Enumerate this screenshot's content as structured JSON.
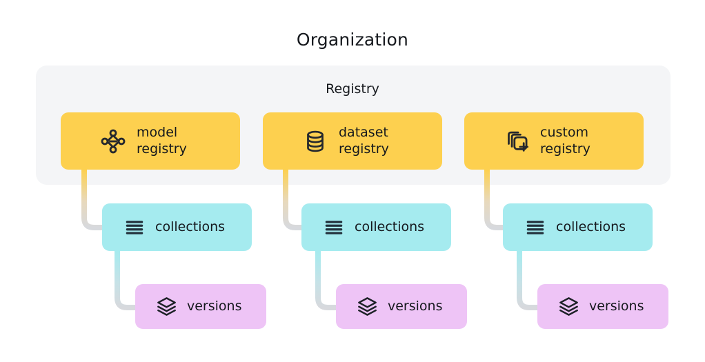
{
  "diagram": {
    "title": "Organization",
    "container_title": "Registry",
    "colors": {
      "background": "#ffffff",
      "panel": "#f4f5f7",
      "registry_card": "#fdd04f",
      "collections_card": "#a5ebef",
      "versions_card": "#eec4f6",
      "connector_gray": "#d7d9dd",
      "text": "#15181d"
    },
    "columns": [
      {
        "registry": {
          "label": "model\nregistry",
          "icon": "model-nodes-icon"
        },
        "collections": {
          "label": "collections",
          "icon": "list-lines-icon"
        },
        "versions": {
          "label": "versions",
          "icon": "layers-stack-icon"
        }
      },
      {
        "registry": {
          "label": "dataset\nregistry",
          "icon": "database-cylinder-icon"
        },
        "collections": {
          "label": "collections",
          "icon": "list-lines-icon"
        },
        "versions": {
          "label": "versions",
          "icon": "layers-stack-icon"
        }
      },
      {
        "registry": {
          "label": "custom\nregistry",
          "icon": "stacked-squares-plus-icon"
        },
        "collections": {
          "label": "collections",
          "icon": "list-lines-icon"
        },
        "versions": {
          "label": "versions",
          "icon": "layers-stack-icon"
        }
      }
    ]
  }
}
